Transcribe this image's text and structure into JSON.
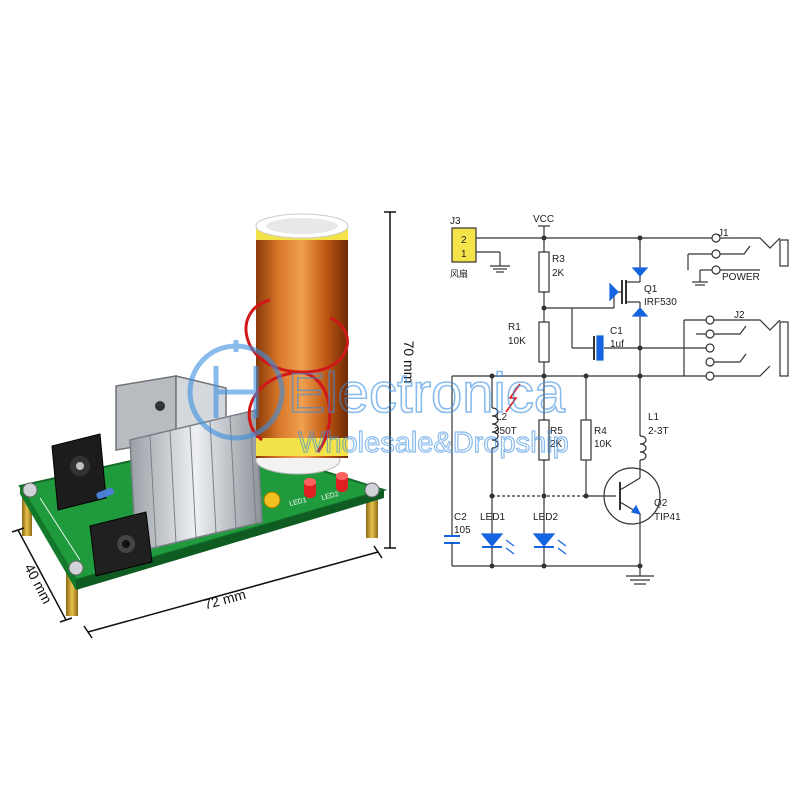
{
  "dimensions": {
    "width_label": "72 mm",
    "depth_label": "40 mm",
    "height_label": "70 mm"
  },
  "board_silkscreen": {
    "led1": "LED1",
    "led2": "LED2"
  },
  "schematic": {
    "j3": {
      "ref": "J3",
      "pin2": "2",
      "pin1": "1",
      "note": "风扇"
    },
    "vcc": "VCC",
    "r3": {
      "ref": "R3",
      "value": "2K"
    },
    "r1": {
      "ref": "R1",
      "value": "10K"
    },
    "r5": {
      "ref": "R5",
      "value": "2K"
    },
    "r4": {
      "ref": "R4",
      "value": "10K"
    },
    "q1": {
      "ref": "Q1",
      "part": "IRF530"
    },
    "c1": {
      "ref": "C1",
      "value": "1uf"
    },
    "l2": {
      "ref": "L2",
      "value": "350T"
    },
    "l1": {
      "ref": "L1",
      "value": "2-3T"
    },
    "c2": {
      "ref": "C2",
      "value": "105"
    },
    "q2": {
      "ref": "Q2",
      "part": "TIP41"
    },
    "led1": "LED1",
    "led2": "LED2",
    "j1": {
      "ref": "J1",
      "label": "POWER"
    },
    "j2": {
      "ref": "J2"
    }
  },
  "watermark": {
    "line1": "Electronica",
    "line2": "Wholesale&Dropship"
  },
  "colors": {
    "copper": "#c8621a",
    "pcb": "#1f9a3c",
    "led_blue": "#1565e0",
    "watermark": "#3b8fe0",
    "spark": "#e02020"
  }
}
